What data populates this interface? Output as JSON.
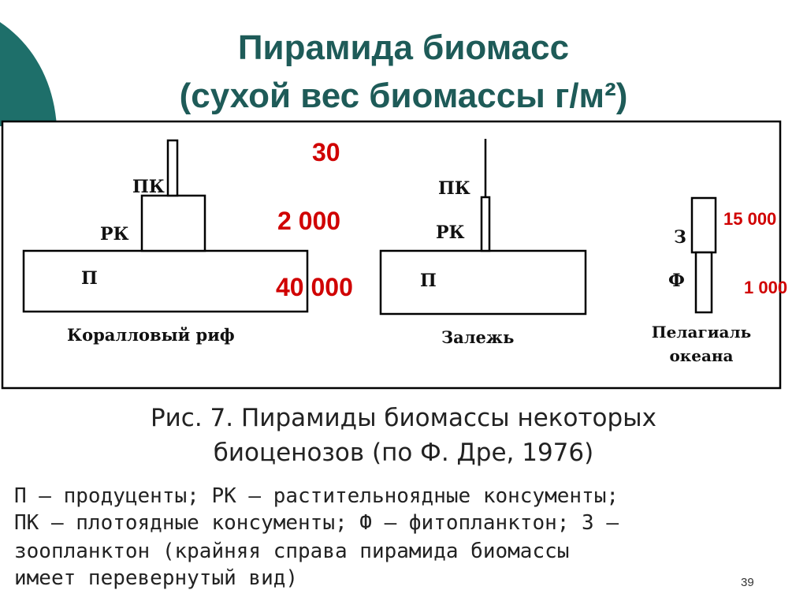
{
  "slide": {
    "title_line1": "Пирамида биомасс",
    "title_line2": "(сухой вес биомассы г/м²)",
    "page_number": "39",
    "accent_color": "#1e6f6a",
    "title_color": "#1e5b58",
    "value_color": "#d00000"
  },
  "diagram": {
    "pyramids": [
      {
        "name": "Коралловый риф",
        "levels": [
          {
            "label": "ПК",
            "value": "30"
          },
          {
            "label": "РК",
            "value": "2 000"
          },
          {
            "label": "П",
            "value": "40 000"
          }
        ]
      },
      {
        "name": "Залежь",
        "levels": [
          {
            "label": "ПК"
          },
          {
            "label": "РК"
          },
          {
            "label": "П"
          }
        ]
      },
      {
        "name_line1": "Пелагиаль",
        "name_line2": "океана",
        "levels": [
          {
            "label": "З",
            "value": "15 000"
          },
          {
            "label": "Ф",
            "value": "1 000"
          }
        ]
      }
    ]
  },
  "caption": {
    "line1": "Рис. 7. Пирамиды биомассы некоторых",
    "line2": "биоценозов (по Ф. Дре, 1976)"
  },
  "legend": {
    "line1": "П – продуценты; РК – растительноядные консументы;",
    "line2": "ПК – плотоядные консументы; Ф – фитопланктон; З –",
    "line3": "зоопланктон (крайняя справа пирамида биомассы",
    "line4": "имеет перевернутый вид)"
  }
}
